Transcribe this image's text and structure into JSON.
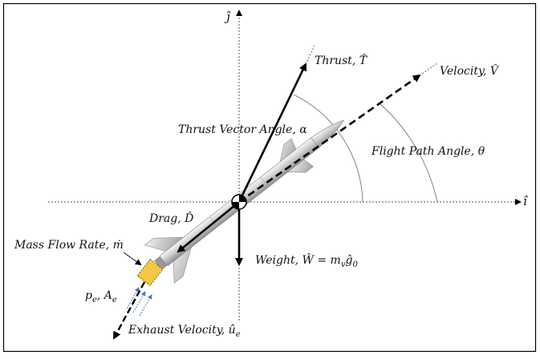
{
  "axes": {
    "i_hat": "î",
    "j_hat": "ĵ"
  },
  "labels": {
    "thrust": "Thrust, T̂",
    "velocity": "Velocity, V̂",
    "thrust_vector_angle": "Thrust Vector Angle, α",
    "flight_path_angle": "Flight Path Angle, θ",
    "drag": "Drag, D̂",
    "weight": "Weight, Ŵ = m",
    "weight_mv_sub": "v",
    "weight_g": "ĝ",
    "weight_g_sub": "0",
    "mass_flow_rate": "Mass Flow Rate, ṁ",
    "exit_pressure": "p",
    "exit_pressure_sub": "e",
    "exit_area": ", A",
    "exit_area_sub": "e",
    "exhaust_velocity": "Exhaust Velocity, û",
    "exhaust_velocity_sub": "e"
  },
  "colors": {
    "frame": "#000000",
    "vector": "#000000",
    "axis": "#555555",
    "arc": "#777777",
    "nozzle_fill": "#f4c842",
    "nozzle_stroke": "#7a5c00",
    "flow_arrows": "#4a78c8",
    "rocket_body": "#d9d9d9"
  },
  "icons": {
    "center_of_mass": "center-of-mass-icon",
    "rocket": "rocket-illustration"
  }
}
